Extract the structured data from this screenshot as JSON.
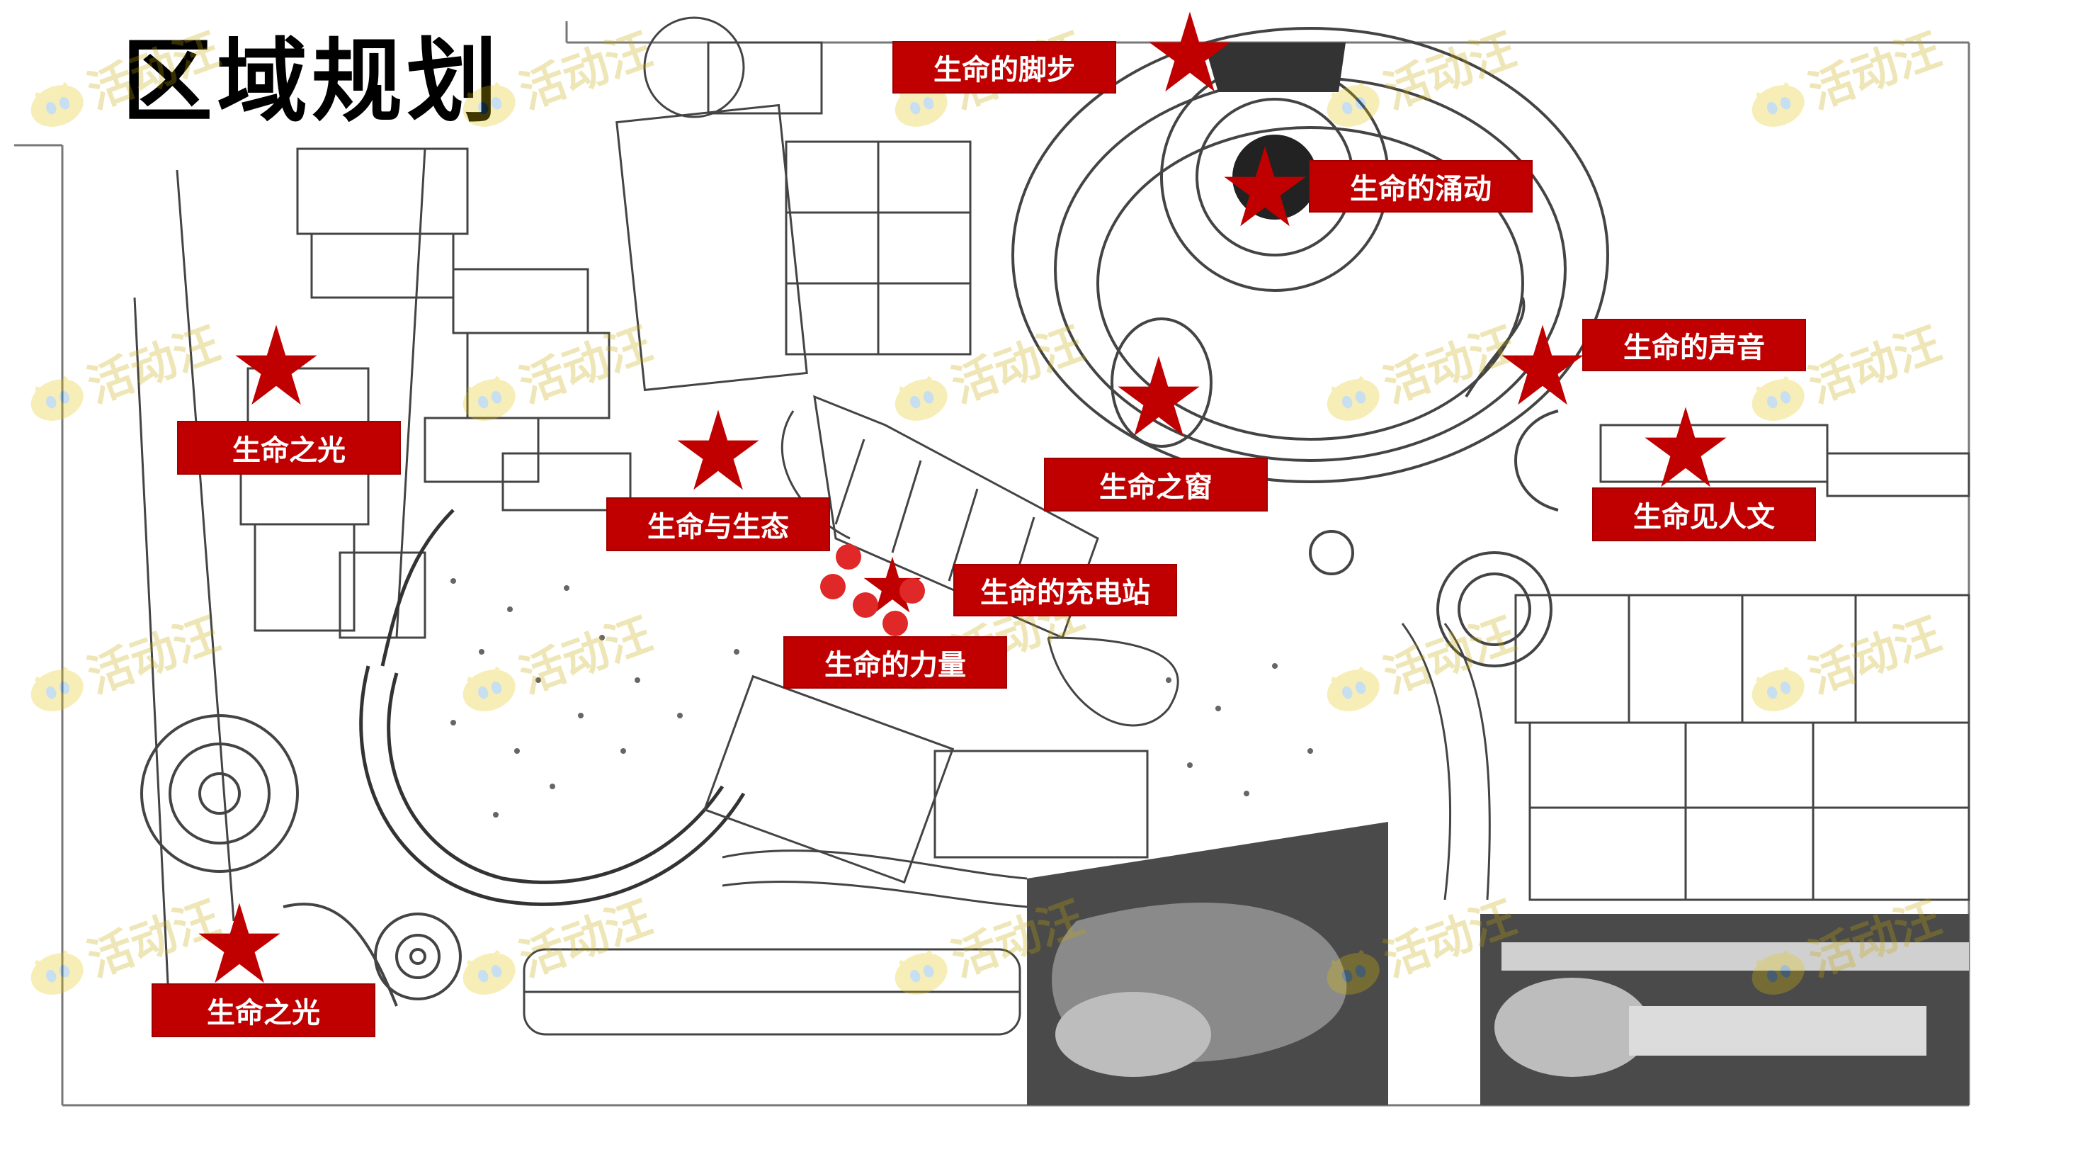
{
  "title": "区域规划",
  "watermark_text": "活动汪",
  "colors": {
    "marker": "#c00000",
    "label_bg": "#c00000",
    "label_text": "#ffffff",
    "lines": "#555555",
    "dark_area": "#4a4a4a"
  },
  "icons": {
    "marker": "star-icon",
    "watermark": "mascot-icon"
  },
  "labels": {
    "footsteps": "生命的脚步",
    "surge": "生命的涌动",
    "sound": "生命的声音",
    "light_upper": "生命之光",
    "window": "生命之窗",
    "humanity": "生命见人文",
    "ecology": "生命与生态",
    "charging": "生命的充电站",
    "power": "生命的力量",
    "light_lower": "生命之光"
  }
}
